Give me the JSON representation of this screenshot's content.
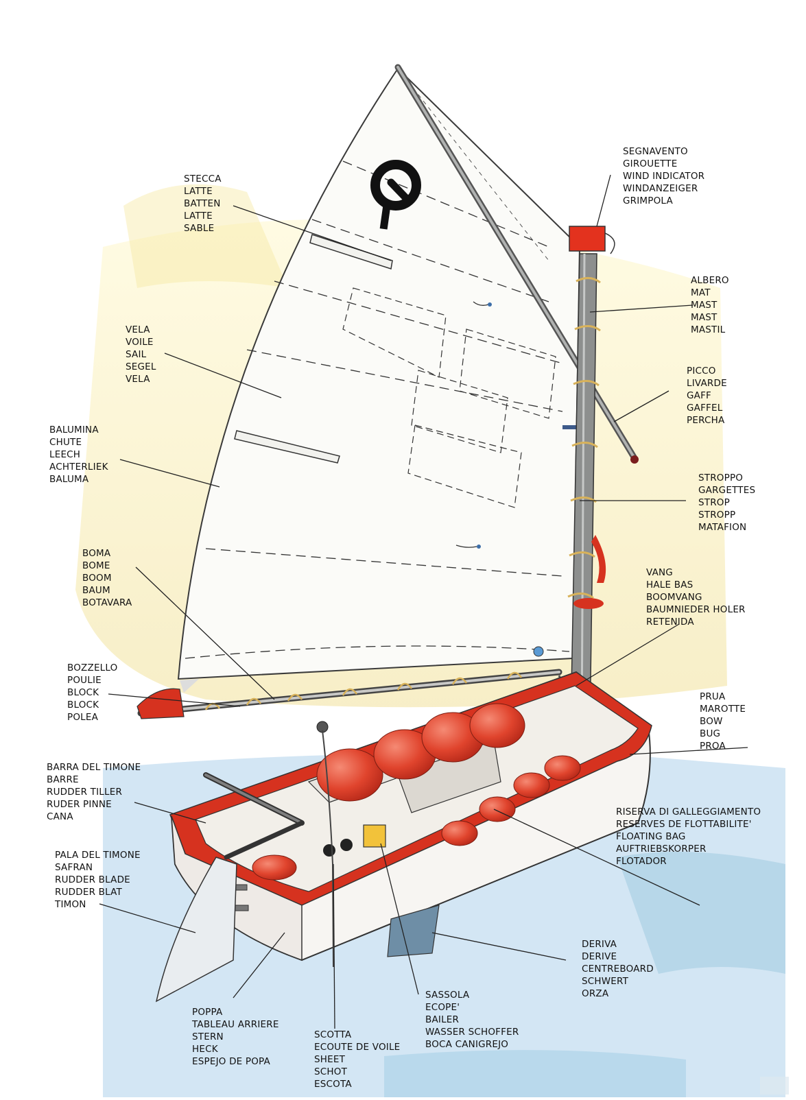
{
  "colors": {
    "hull_red": "#d6321f",
    "float_red": "#e0442d",
    "hull_white": "#f7f5f2",
    "water_blue": "#b9d8ec",
    "sky_yellow": "#f4eaa8",
    "sail": "#fbfbf8",
    "mast_grey": "#8d8f8e",
    "wind_indicator": "#e3321e"
  },
  "sail_logo": "sail-insignia",
  "labels": {
    "batten": [
      "STECCA",
      "LATTE",
      "BATTEN",
      "LATTE",
      "SABLE"
    ],
    "sail": [
      "VELA",
      "VOILE",
      "SAIL",
      "SEGEL",
      "VELA"
    ],
    "leech": [
      "BALUMINA",
      "CHUTE",
      "LEECH",
      "ACHTERLIEK",
      "BALUMA"
    ],
    "boom": [
      "BOMA",
      "BOME",
      "BOOM",
      "BAUM",
      "BOTAVARA"
    ],
    "block": [
      "BOZZELLO",
      "POULIE",
      "BLOCK",
      "BLOCK",
      "POLEA"
    ],
    "tiller": [
      "BARRA DEL TIMONE",
      "BARRE",
      "RUDDER TILLER",
      "RUDER PINNE",
      "CANA"
    ],
    "rudder": [
      "PALA DEL TIMONE",
      "SAFRAN",
      "RUDDER BLADE",
      "RUDDER BLAT",
      "TIMON"
    ],
    "stern": [
      "POPPA",
      "TABLEAU ARRIERE",
      "STERN",
      "HECK",
      "ESPEJO DE POPA"
    ],
    "sheet": [
      "SCOTTA",
      "ECOUTE DE VOILE",
      "SHEET",
      "SCHOT",
      "ESCOTA"
    ],
    "bailer": [
      "SASSOLA",
      "ECOPE'",
      "BAILER",
      "WASSER SCHOFFER",
      "BOCA CANIGREJO"
    ],
    "centreboard": [
      "DERIVA",
      "DERIVE",
      "CENTREBOARD",
      "SCHWERT",
      "ORZA"
    ],
    "floating_bag": [
      "RISERVA DI GALLEGGIAMENTO",
      "RESERVES DE FLOTTABILITE'",
      "FLOATING BAG",
      "AUFTRIEBSKORPER",
      "FLOTADOR"
    ],
    "bow": [
      "PRUA",
      "MAROTTE",
      "BOW",
      "BUG",
      "PROA"
    ],
    "vang": [
      "VANG",
      "HALE BAS",
      "BOOMVANG",
      "BAUMNIEDER HOLER",
      "RETENIDA"
    ],
    "strop": [
      "STROPPO",
      "GARGETTES",
      "STROP",
      "STROPP",
      "MATAFION"
    ],
    "gaff": [
      "PICCO",
      "LIVARDE",
      "GAFF",
      "GAFFEL",
      "PERCHA"
    ],
    "mast": [
      "ALBERO",
      "MAT",
      "MAST",
      "MAST",
      "MASTIL"
    ],
    "wind_indicator": [
      "SEGNAVENTO",
      "GIROUETTE",
      "WIND INDICATOR",
      "WINDANZEIGER",
      "GRIMPOLA"
    ]
  }
}
